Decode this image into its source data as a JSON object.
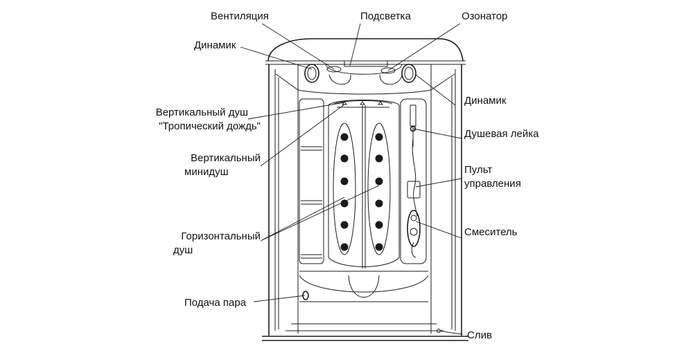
{
  "labels": {
    "ventilation": "Вентиляция",
    "backlight": "Подсветка",
    "ozonator": "Озонатор",
    "speaker_left": "Динамик",
    "speaker_right": "Динамик",
    "tropical_shower_line1": "Вертикальный душ",
    "tropical_shower_line2": "\"Тропический дождь\"",
    "hand_shower": "Душевая лейка",
    "vertical_minishower_line1": "Вертикальный",
    "vertical_minishower_line2": "минидуш",
    "control_panel_line1": "Пульт",
    "control_panel_line2": "управления",
    "horizontal_shower_line1": "Горизонтальный",
    "horizontal_shower_line2": "душ",
    "mixer": "Смеситель",
    "steam_supply": "Подача пара",
    "drain": "Слив"
  },
  "colors": {
    "line": "#1a1a1a",
    "background": "#ffffff"
  }
}
